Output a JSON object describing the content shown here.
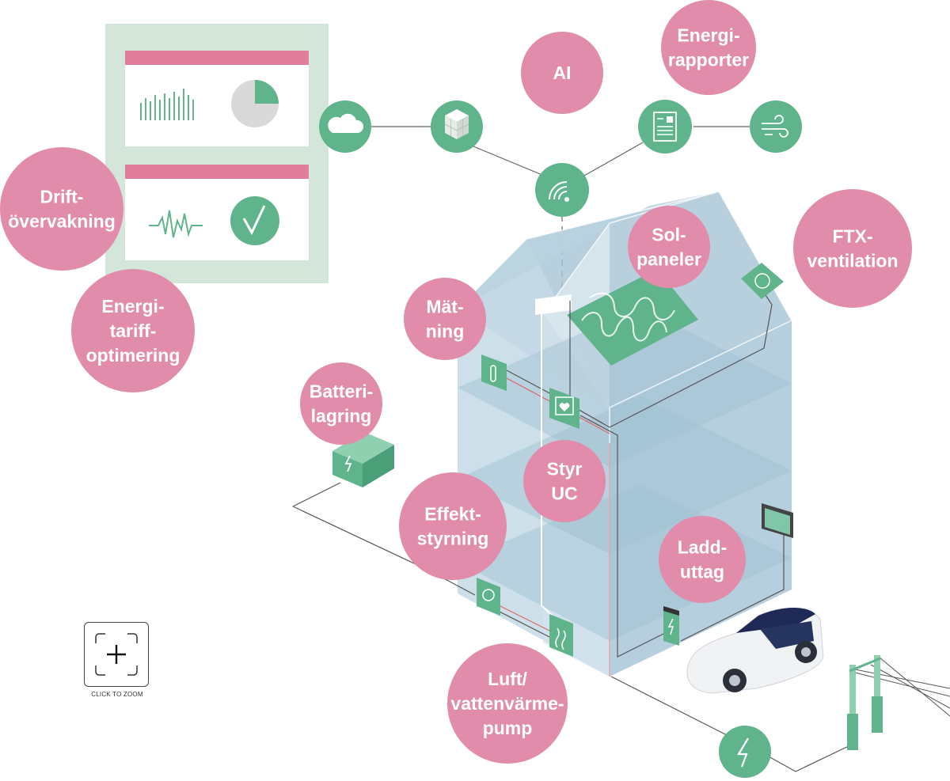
{
  "colors": {
    "bubble_pink": "#e08caa",
    "node_green": "#5fb48c",
    "panel_green": "#d3e6d9",
    "panel_bar_pink": "#e07c9c",
    "glass_blue": "#bcd5e2"
  },
  "bubbles": [
    {
      "id": "drift",
      "lines": [
        "Drift-",
        "övervakning"
      ]
    },
    {
      "id": "energitariff",
      "lines": [
        "Energi-",
        "tariff-",
        "optimering"
      ]
    },
    {
      "id": "ai",
      "lines": [
        "AI"
      ]
    },
    {
      "id": "energirapporter",
      "lines": [
        "Energi-",
        "rapporter"
      ]
    },
    {
      "id": "solpaneler",
      "lines": [
        "Sol-",
        "paneler"
      ]
    },
    {
      "id": "ftx",
      "lines": [
        "FTX-",
        "ventilation"
      ]
    },
    {
      "id": "matning",
      "lines": [
        "Mät-",
        "ning"
      ]
    },
    {
      "id": "batteri",
      "lines": [
        "Batteri-",
        "lagring"
      ]
    },
    {
      "id": "styr",
      "lines": [
        "Styr",
        "UC"
      ]
    },
    {
      "id": "effekt",
      "lines": [
        "Effekt-",
        "styrning"
      ]
    },
    {
      "id": "laddutag",
      "lines": [
        "Ladd-",
        "uttag"
      ]
    },
    {
      "id": "luft",
      "lines": [
        "Luft/",
        "vattenvärme-",
        "pump"
      ]
    }
  ],
  "nodes": [
    {
      "id": "cloud",
      "icon": "cloud-icon"
    },
    {
      "id": "blocks",
      "icon": "blocks-icon"
    },
    {
      "id": "wifi",
      "icon": "wifi-icon"
    },
    {
      "id": "report",
      "icon": "report-icon"
    },
    {
      "id": "wind",
      "icon": "wind-icon"
    },
    {
      "id": "bolt",
      "icon": "bolt-icon"
    }
  ],
  "zoom": {
    "label": "CLICK TO ZOOM",
    "icon": "plus-icon"
  }
}
